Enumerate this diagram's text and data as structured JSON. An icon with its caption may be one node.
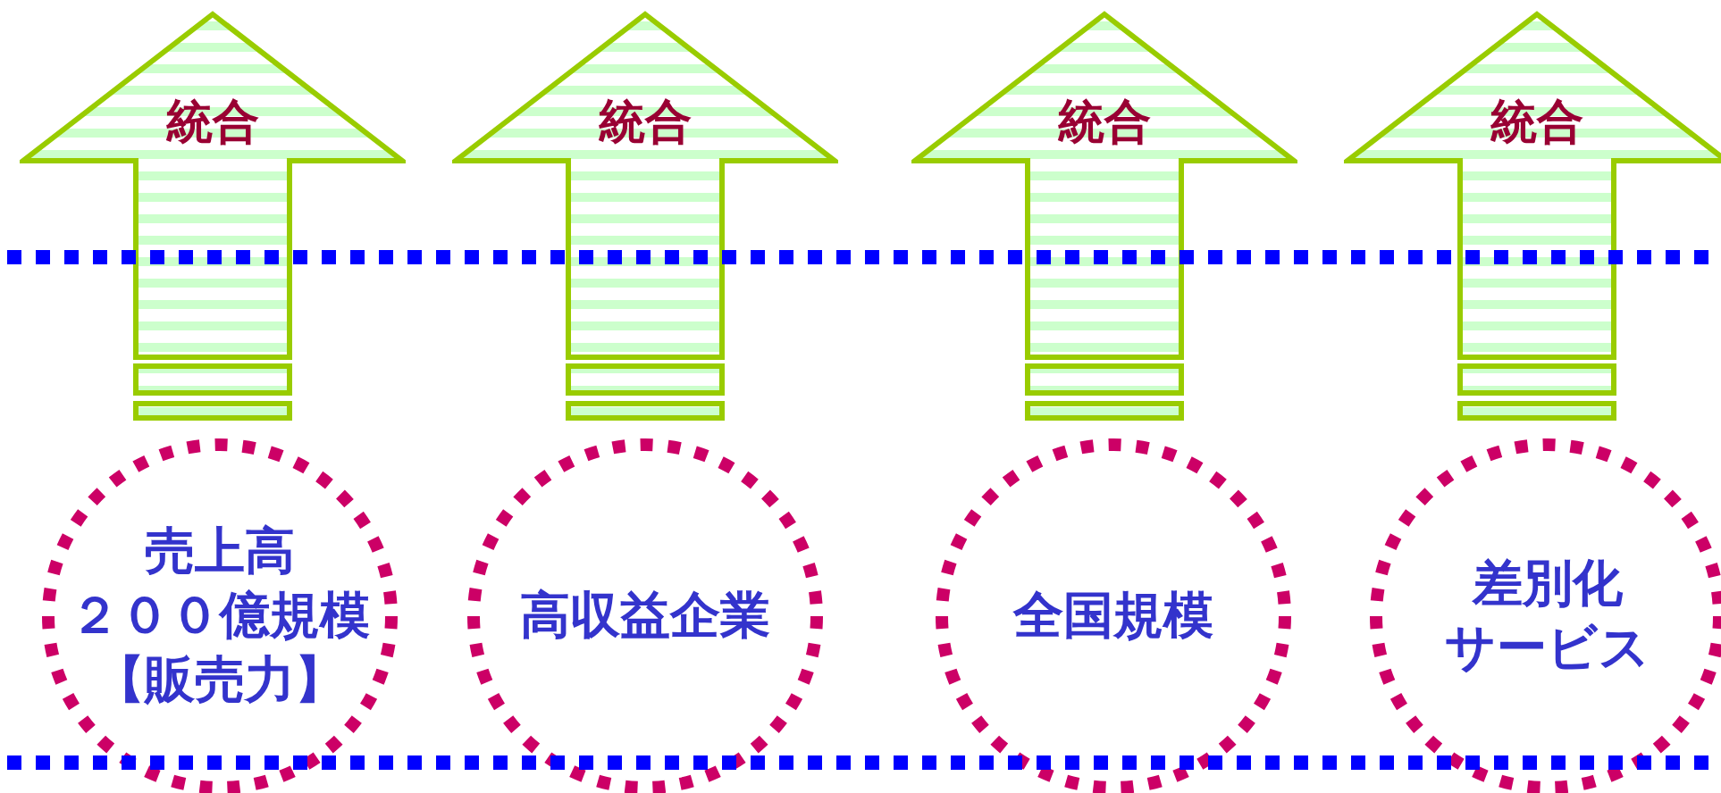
{
  "diagram": {
    "nodes": [
      {
        "text": [
          "統合"
        ]
      },
      {
        "text": [
          "統合"
        ]
      },
      {
        "text": [
          "統合"
        ]
      },
      {
        "text": [
          "統合"
        ]
      },
      {
        "text": [
          "売上高２００億規模【販売力】"
        ]
      },
      {
        "text": [
          "高収益企業"
        ]
      },
      {
        "text": [
          "全国規模"
        ]
      },
      {
        "text": [
          "差別化サービス"
        ]
      }
    ]
  }
}
